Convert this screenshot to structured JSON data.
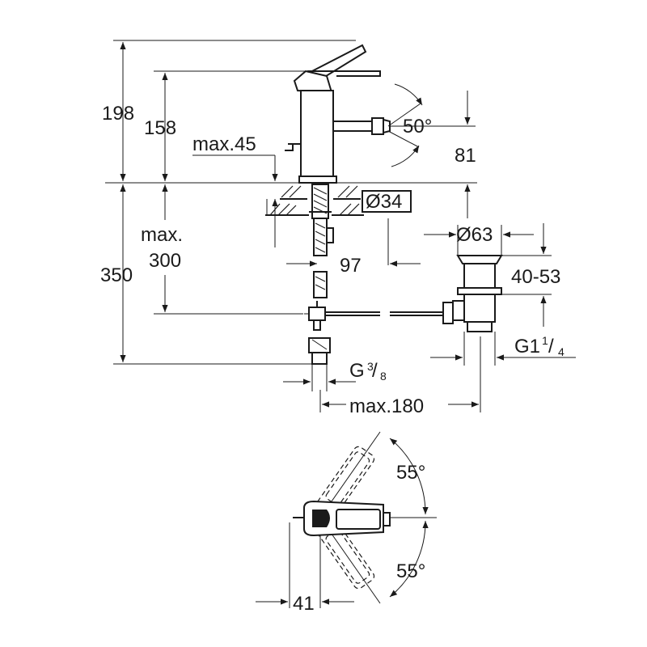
{
  "dimensions": {
    "total_height": "198",
    "spout_height": "158",
    "deck_max": "max.45",
    "angle_top": "50°",
    "outlet_height": "81",
    "hole_diameter": "Ø34",
    "below_max_1": "max.",
    "below_max_2": "300",
    "below_total": "350",
    "offset": "97",
    "waste_diameter": "Ø63",
    "waste_range": "40-53",
    "waste_thread_main": "G1",
    "waste_thread_num": "1",
    "waste_thread_den": "4",
    "inlet_thread_main": "G",
    "inlet_thread_num": "3",
    "inlet_thread_den": "8",
    "rod_max": "max.180",
    "lever_angle_top": "55°",
    "lever_angle_bottom": "55°",
    "lever_depth": "41"
  }
}
